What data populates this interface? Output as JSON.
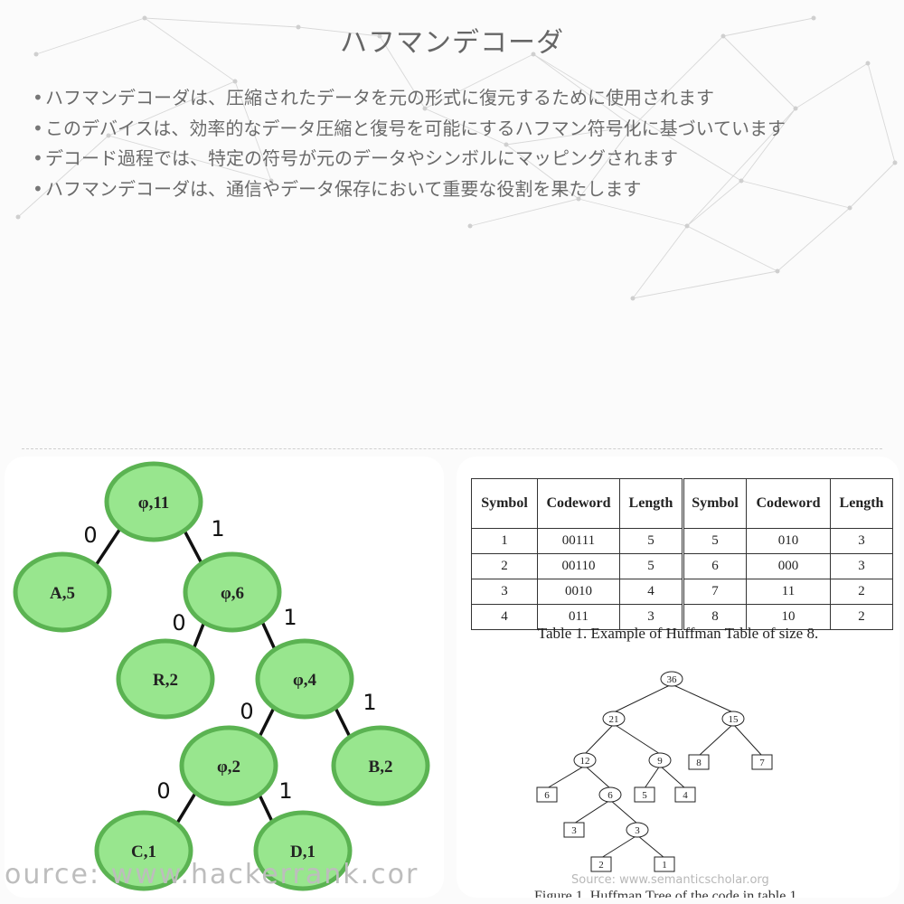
{
  "title": "ハフマンデコーダ",
  "bullets": [
    "ハフマンデコーダは、圧縮されたデータを元の形式に復元するために使用されます",
    "このデバイスは、効率的なデータ圧縮と復号を可能にするハフマン符号化に基づいています",
    "デコード過程では、特定の符号が元のデータやシンボルにマッピングされます",
    "ハフマンデコーダは、通信やデータ保存において重要な役割を果たします"
  ],
  "left_image": {
    "source_text": "ource: www.hackerrank.cor",
    "colors": {
      "node_fill": "#98e68e",
      "node_stroke": "#5bb352"
    },
    "nodes": [
      {
        "id": "root",
        "label": "φ,11"
      },
      {
        "id": "a",
        "label": "A,5"
      },
      {
        "id": "p6",
        "label": "φ,6"
      },
      {
        "id": "r",
        "label": "R,2"
      },
      {
        "id": "p4",
        "label": "φ,4"
      },
      {
        "id": "p2",
        "label": "φ,2"
      },
      {
        "id": "b",
        "label": "B,2"
      },
      {
        "id": "c",
        "label": "C,1"
      },
      {
        "id": "d",
        "label": "D,1"
      }
    ],
    "edges": [
      {
        "from": "root",
        "to": "a",
        "label": "0"
      },
      {
        "from": "root",
        "to": "p6",
        "label": "1"
      },
      {
        "from": "p6",
        "to": "r",
        "label": "0"
      },
      {
        "from": "p6",
        "to": "p4",
        "label": "1"
      },
      {
        "from": "p4",
        "to": "p2",
        "label": "0"
      },
      {
        "from": "p4",
        "to": "b",
        "label": "1"
      },
      {
        "from": "p2",
        "to": "c",
        "label": "0"
      },
      {
        "from": "p2",
        "to": "d",
        "label": "1"
      }
    ]
  },
  "right_image": {
    "table": {
      "headers": [
        "Symbol",
        "Codeword",
        "Length",
        "Symbol",
        "Codeword",
        "Length"
      ],
      "rows": [
        [
          "1",
          "00111",
          "5",
          "5",
          "010",
          "3"
        ],
        [
          "2",
          "00110",
          "5",
          "6",
          "000",
          "3"
        ],
        [
          "3",
          "0010",
          "4",
          "7",
          "11",
          "2"
        ],
        [
          "4",
          "011",
          "3",
          "8",
          "10",
          "2"
        ]
      ]
    },
    "caption": "Table 1. Example of Huffman Table of size 8.",
    "tree_nodes": [
      {
        "id": "n36",
        "label": "36",
        "shape": "circle"
      },
      {
        "id": "n21",
        "label": "21",
        "shape": "circle"
      },
      {
        "id": "n15",
        "label": "15",
        "shape": "circle"
      },
      {
        "id": "n12",
        "label": "12",
        "shape": "circle"
      },
      {
        "id": "n9",
        "label": "9",
        "shape": "circle"
      },
      {
        "id": "l8",
        "label": "8",
        "shape": "box"
      },
      {
        "id": "l7",
        "label": "7",
        "shape": "box"
      },
      {
        "id": "l6",
        "label": "6",
        "shape": "box"
      },
      {
        "id": "i6",
        "label": "6",
        "shape": "circle"
      },
      {
        "id": "l5",
        "label": "5",
        "shape": "box"
      },
      {
        "id": "l4",
        "label": "4",
        "shape": "box"
      },
      {
        "id": "l3",
        "label": "3",
        "shape": "box"
      },
      {
        "id": "i3",
        "label": "3",
        "shape": "circle"
      },
      {
        "id": "l2",
        "label": "2",
        "shape": "box"
      },
      {
        "id": "l1",
        "label": "1",
        "shape": "box"
      }
    ],
    "tree_edges": [
      [
        "n36",
        "n21"
      ],
      [
        "n36",
        "n15"
      ],
      [
        "n21",
        "n12"
      ],
      [
        "n21",
        "n9"
      ],
      [
        "n15",
        "l8"
      ],
      [
        "n15",
        "l7"
      ],
      [
        "n12",
        "l6"
      ],
      [
        "n12",
        "i6"
      ],
      [
        "n9",
        "l5"
      ],
      [
        "n9",
        "l4"
      ],
      [
        "i6",
        "l3"
      ],
      [
        "i6",
        "i3"
      ],
      [
        "i3",
        "l2"
      ],
      [
        "i3",
        "l1"
      ]
    ],
    "figure_caption": "Figure 1. Huffman Tree of the code in table 1",
    "source_text": "Source: www.semanticscholar.org"
  }
}
